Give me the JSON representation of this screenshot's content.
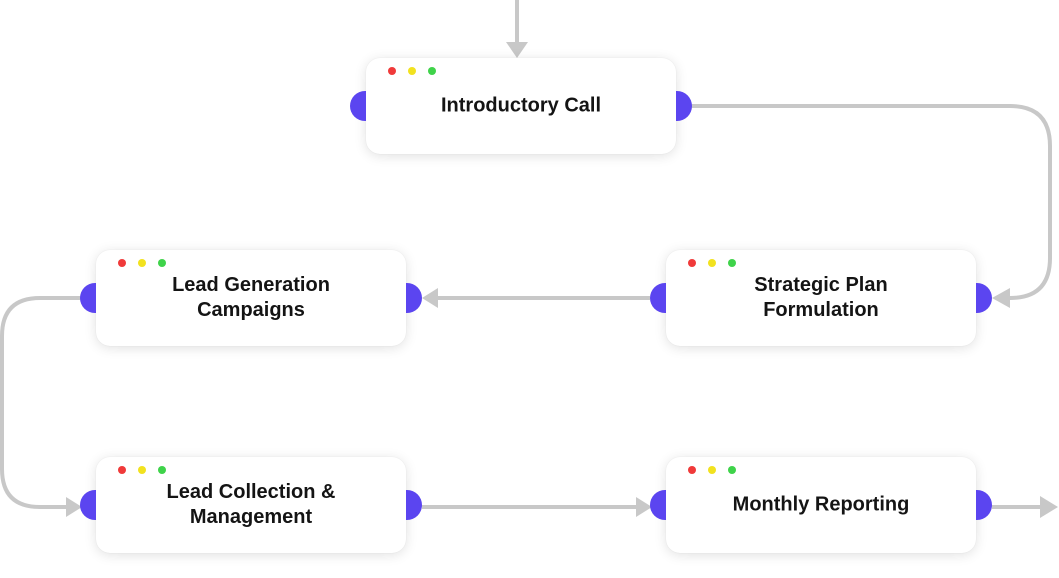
{
  "colors": {
    "port": "#5B45F0",
    "connector": "#C8C8C8",
    "dot_red": "#F03A3A",
    "dot_yellow": "#F2E21F",
    "dot_green": "#3FD34A"
  },
  "steps": [
    {
      "id": "intro",
      "label": "Introductory Call"
    },
    {
      "id": "strategic",
      "label": "Strategic Plan\nFormulation"
    },
    {
      "id": "leadgen",
      "label": "Lead Generation\nCampaigns"
    },
    {
      "id": "leadcollect",
      "label": "Lead Collection &\nManagement"
    },
    {
      "id": "reporting",
      "label": "Monthly Reporting"
    }
  ],
  "flow": [
    [
      "intro",
      "strategic"
    ],
    [
      "strategic",
      "leadgen"
    ],
    [
      "leadgen",
      "leadcollect"
    ],
    [
      "leadcollect",
      "reporting"
    ]
  ]
}
